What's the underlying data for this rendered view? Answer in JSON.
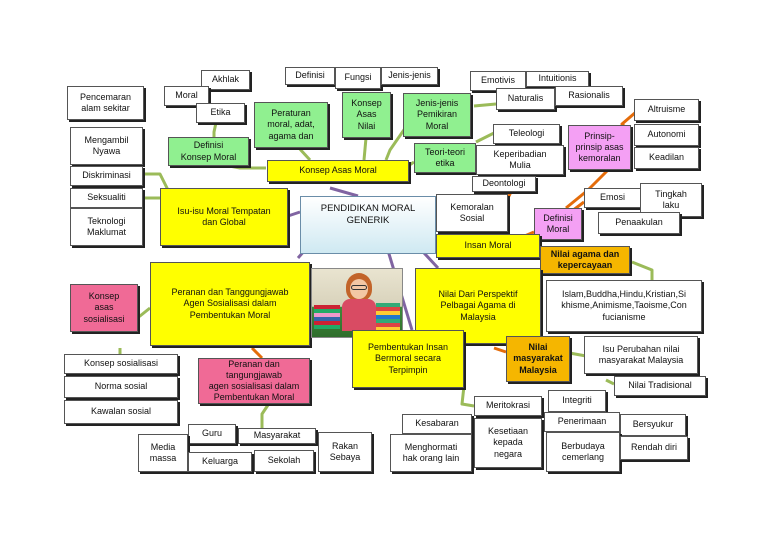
{
  "center": {
    "line1": "PENDIDIKAN MORAL",
    "line2": "GENERIK"
  },
  "photo_desc": "",
  "colors": {
    "yellow": "#ffff00",
    "green": "#90f090",
    "pink": "#f4a0f4",
    "red": "#f06a96",
    "orange": "#f5b600",
    "link_green": "#9bbb59",
    "link_purple": "#8064a2",
    "link_orange": "#e46c0a"
  },
  "nodes": {
    "pencemaran": [
      "Pencemaran",
      "alam sekitar"
    ],
    "akhlak": [
      "Akhlak"
    ],
    "moral": [
      "Moral"
    ],
    "etika": [
      "Etika"
    ],
    "definisi": [
      "Definisi"
    ],
    "fungsi": [
      "Fungsi"
    ],
    "jenis_jenis": [
      "Jenis-jenis"
    ],
    "emotivis": [
      "Emotivis"
    ],
    "intuitionis": [
      "Intuitionis"
    ],
    "naturalis": [
      "Naturalis"
    ],
    "rasionalis": [
      "Rasionalis"
    ],
    "altruisme": [
      "Altruisme"
    ],
    "autonomi": [
      "Autonomi"
    ],
    "keadilan": [
      "Keadilan"
    ],
    "mengambil_nyawa": [
      "Mengambil",
      "Nyawa"
    ],
    "definisi_konsep_moral": [
      "Definisi",
      "Konsep Moral"
    ],
    "peraturan": [
      "Peraturan",
      "moral, adat,",
      "agama dan"
    ],
    "konsep_asas_nilai": [
      "Konsep",
      "Asas",
      "Nilai"
    ],
    "jenis_pemikiran": [
      "Jenis-jenis",
      "Pemikiran",
      "Moral"
    ],
    "teleologi": [
      "Teleologi"
    ],
    "prinsip": [
      "Prinsip-",
      "prinsip asas",
      "kemoralan"
    ],
    "diskriminasi": [
      "Diskriminasi"
    ],
    "seksualiti": [
      "Seksualiti"
    ],
    "teknologi": [
      "Teknologi",
      "Maklumat"
    ],
    "konsep_asas_moral": [
      "Konsep Asas Moral"
    ],
    "teori_etika": [
      "Teori-teori",
      "etika"
    ],
    "keperibadian": [
      "Keperibadian",
      "Mulia"
    ],
    "deontologi": [
      "Deontologi"
    ],
    "emosi": [
      "Emosi"
    ],
    "tingkah_laku": [
      "Tingkah",
      "laku"
    ],
    "isu_isu": [
      "Isu-isu Moral Tempatan",
      "dan Global"
    ],
    "kemoralan_sosial": [
      "Kemoralan",
      "Sosial"
    ],
    "definisi_moral": [
      "Definisi",
      "Moral"
    ],
    "penaakulan": [
      "Penaakulan"
    ],
    "insan_moral": [
      "Insan Moral"
    ],
    "nilai_agama": [
      "Nilai agama dan",
      "kepercayaan"
    ],
    "peranan_agen": [
      "Peranan dan Tanggungjawab",
      "Agen Sosialisasi dalam",
      "Pembentukan Moral"
    ],
    "nilai_perspektif": [
      "Nilai Dari Perspektif",
      "Pelbagai Agama di",
      "Malaysia"
    ],
    "islam": [
      "Islam,Buddha,Hindu,Kristian,Si",
      "khisme,Animisme,Taoisme,Con",
      "fucianisme"
    ],
    "konsep_asas_sosialisasi": [
      "Konsep",
      "asas",
      "sosialisasi"
    ],
    "nilai_masyarakat": [
      "Nilai",
      "masyarakat",
      "Malaysia"
    ],
    "isu_perubahan": [
      "Isu Perubahan nilai",
      "masyarakat Malaysia"
    ],
    "pembentukan_insan": [
      "Pembentukan Insan",
      "Bermoral secara",
      "Terpimpin"
    ],
    "konsep_sosialisasi": [
      "Konsep sosialisasi"
    ],
    "peranan_tangung": [
      "Peranan dan tangungjawab",
      "agen sosialisasi dalam",
      "Pembentukan Moral"
    ],
    "norma_sosial": [
      "Norma sosial"
    ],
    "nilai_tradisional": [
      "Nilai Tradisional"
    ],
    "kawalan_sosial": [
      "Kawalan sosial"
    ],
    "meritokrasi": [
      "Meritokrasi"
    ],
    "integriti": [
      "Integriti"
    ],
    "kesabaran": [
      "Kesabaran"
    ],
    "penerimaan": [
      "Penerimaan"
    ],
    "bersyukur": [
      "Bersyukur"
    ],
    "guru": [
      "Guru"
    ],
    "masyarakat": [
      "Masyarakat"
    ],
    "rakan_sebaya": [
      "Rakan",
      "Sebaya"
    ],
    "kesetiaan": [
      "Kesetiaan",
      "kepada",
      "negara"
    ],
    "menghormati": [
      "Menghormati",
      "hak orang lain"
    ],
    "media_massa": [
      "Media",
      "massa"
    ],
    "keluarga": [
      "Keluarga"
    ],
    "sekolah": [
      "Sekolah"
    ],
    "berbudaya": [
      "Berbudaya",
      "cemerlang"
    ],
    "rendah_diri": [
      "Rendah diri"
    ]
  }
}
